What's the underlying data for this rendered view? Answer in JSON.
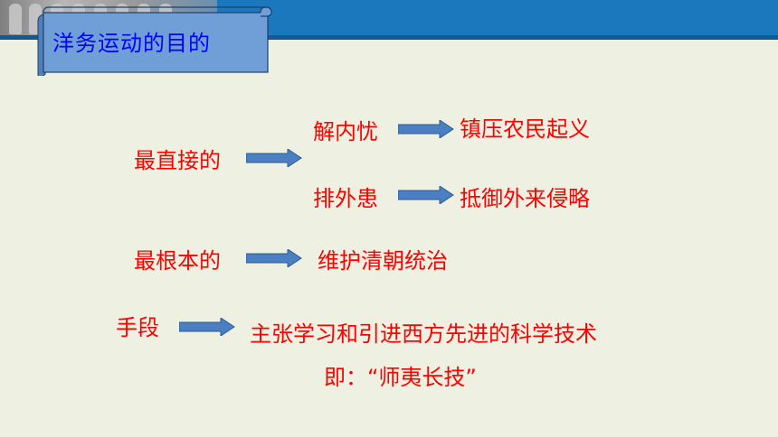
{
  "slide": {
    "title": "洋务运动的目的",
    "rows": {
      "direct_label": "最直接的",
      "internal_label": "解内忧",
      "internal_result": "镇压农民起义",
      "external_label": "排外患",
      "external_result": "抵御外来侵略",
      "fundamental_label": "最根本的",
      "fundamental_result": "维护清朝统治",
      "means_label": "手段",
      "means_result": "主张学习和引进西方先进的科学技术",
      "means_note": "即：“师夷长技”"
    }
  },
  "colors": {
    "title_text": "#0000ff",
    "body_text": "#ff0000",
    "arrow": "#4a7fc1",
    "banner": "#1b78bd",
    "scroll_fill": "#6f9fd6",
    "background": "#eef0e1"
  }
}
